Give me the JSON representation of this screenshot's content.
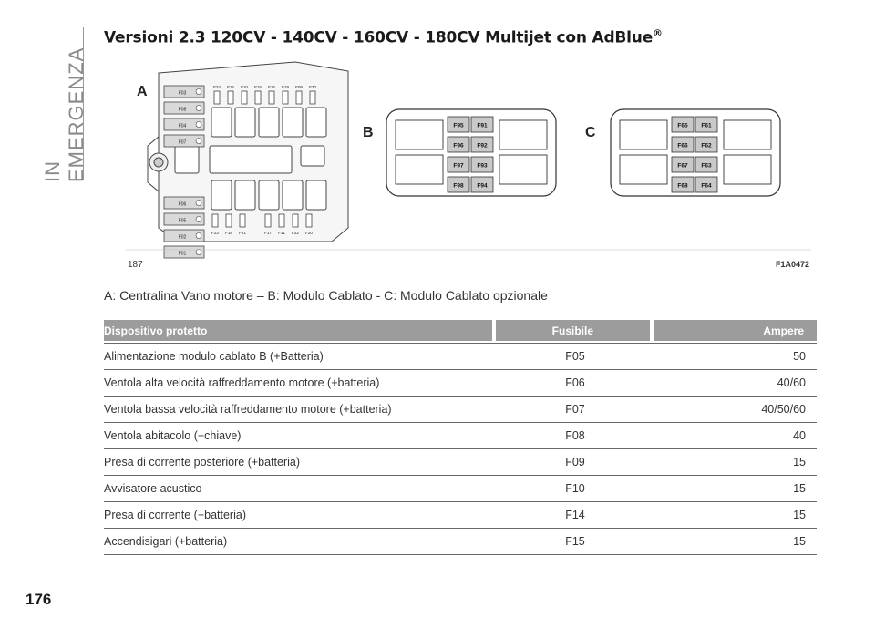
{
  "section_label": "IN EMERGENZA",
  "title": "Versioni 2.3 120CV - 140CV - 160CV - 180CV Multijet con AdBlue",
  "title_mark": "®",
  "figure": {
    "label_a": "A",
    "label_b": "B",
    "label_c": "C",
    "figure_number": "187",
    "figure_code": "F1A0472",
    "a_left_fuses": [
      "F03",
      "F08",
      "F04",
      "F07",
      "F06",
      "F05",
      "F02",
      "F01"
    ],
    "a_top_fuses": [
      "F24",
      "F14",
      "F10",
      "F15",
      "F16",
      "F19",
      "F09",
      "F30"
    ],
    "a_bottom_left_fuses": [
      "F23",
      "F18",
      "F21"
    ],
    "a_bottom_right_fuses": [
      "F17",
      "F11",
      "F22",
      "F20"
    ],
    "module_b_fuses": [
      "F95",
      "F91",
      "F96",
      "F92",
      "F97",
      "F93",
      "F98",
      "F94"
    ],
    "module_c_fuses": [
      "F65",
      "F61",
      "F66",
      "F62",
      "F67",
      "F63",
      "F68",
      "F64"
    ]
  },
  "caption": "A: Centralina Vano motore – B: Modulo Cablato - C: Modulo Cablato opzionale",
  "table": {
    "headers": [
      "Dispositivo protetto",
      "Fusibile",
      "Ampere"
    ],
    "rows": [
      [
        "Alimentazione modulo cablato B (+Batteria)",
        "F05",
        "50"
      ],
      [
        "Ventola alta velocità raffreddamento motore (+batteria)",
        "F06",
        "40/60"
      ],
      [
        "Ventola bassa velocità raffreddamento motore (+batteria)",
        "F07",
        "40/50/60"
      ],
      [
        "Ventola abitacolo (+chiave)",
        "F08",
        "40"
      ],
      [
        "Presa di corrente posteriore (+batteria)",
        "F09",
        "15"
      ],
      [
        "Avvisatore acustico",
        "F10",
        "15"
      ],
      [
        "Presa di corrente (+batteria)",
        "F14",
        "15"
      ],
      [
        "Accendisigari (+batteria)",
        "F15",
        "15"
      ]
    ]
  },
  "page_number": "176"
}
